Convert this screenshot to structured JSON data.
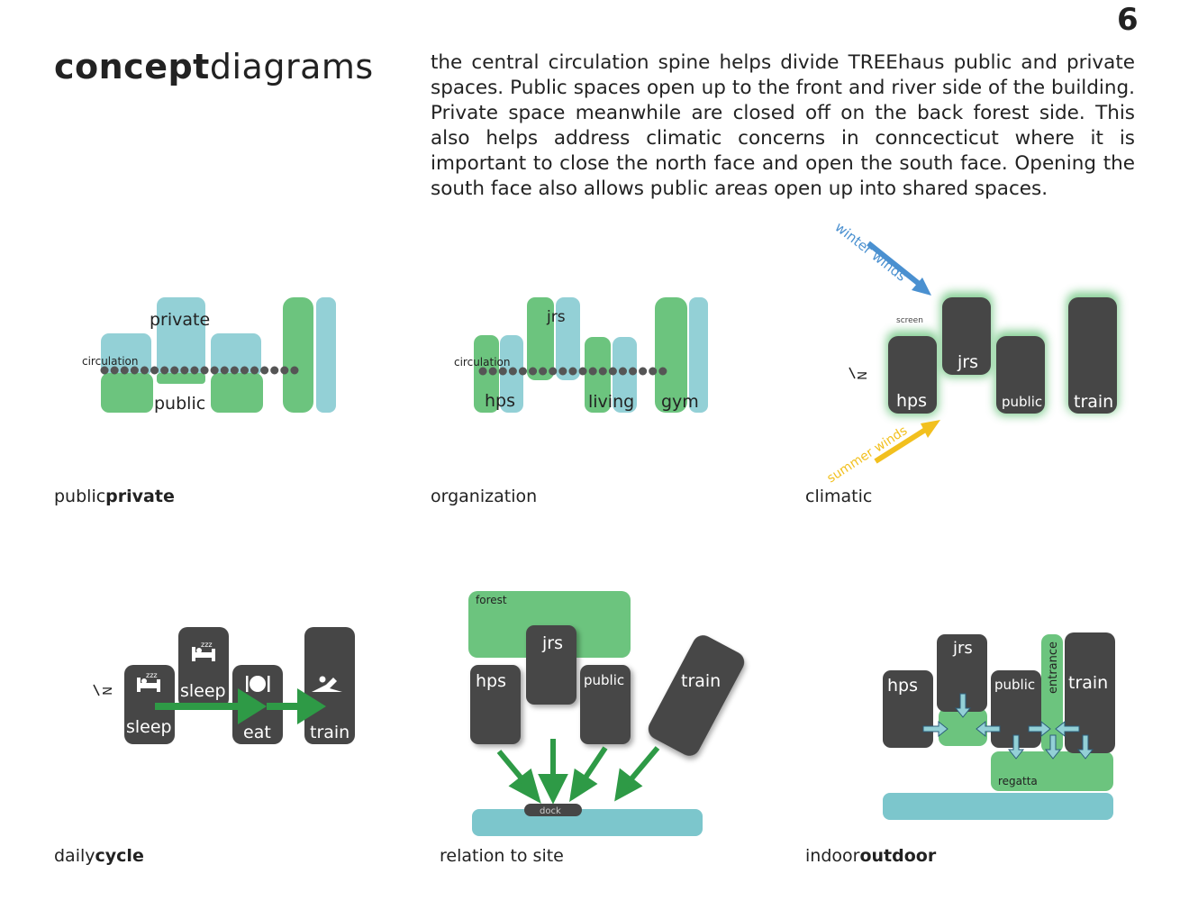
{
  "page_number": "6",
  "title": {
    "bold": "concept",
    "light": "diagrams"
  },
  "intro": "the central circulation spine helps divide TREEhaus public and private spaces. Public spaces open up to the front and river side of the building. Private space meanwhile are closed off on the back forest side. This also helps address climatic concerns in conncecticut where it is important to close the north face and open the south face.  Opening the south face also allows public areas open up into shared spaces.",
  "colors": {
    "green": "#6cc47e",
    "blue": "#93d0d6",
    "dark": "#464646",
    "arrow_blue": "#4a90d0",
    "arrow_yellow": "#f2c01e",
    "arrow_green": "#2e9a46"
  },
  "diagrams": {
    "public_private": {
      "caption_light": "public",
      "caption_bold": "private",
      "labels": {
        "private": "private",
        "public": "public",
        "circulation": "circulation"
      }
    },
    "organization": {
      "caption": "organization",
      "labels": {
        "jrs": "jrs",
        "circulation": "circulation",
        "hps": "hps",
        "living": "living",
        "gym": "gym"
      }
    },
    "climatic": {
      "caption": "climatic",
      "labels": {
        "winter": "winter winds",
        "summer": "summer winds",
        "screen": "screen",
        "north": "N",
        "hps": "hps",
        "jrs": "jrs",
        "public": "public",
        "train": "train"
      }
    },
    "daily_cycle": {
      "caption_light": "daily",
      "caption_bold": "cycle",
      "labels": {
        "north": "N",
        "sleep1": "sleep",
        "sleep2": "sleep",
        "eat": "eat",
        "train": "train"
      },
      "icons": [
        "bed-icon",
        "bed-icon",
        "plate-icon",
        "stretch-icon"
      ]
    },
    "relation_to_site": {
      "caption": "relation to site",
      "labels": {
        "forest": "forest",
        "jrs": "jrs",
        "hps": "hps",
        "public": "public",
        "train": "train",
        "dock": "dock"
      }
    },
    "indoor_outdoor": {
      "caption_light": "indoor",
      "caption_bold": "outdoor",
      "labels": {
        "hps": "hps",
        "jrs": "jrs",
        "public": "public",
        "entrance": "entrance",
        "train": "train",
        "regatta": "regatta"
      }
    }
  }
}
